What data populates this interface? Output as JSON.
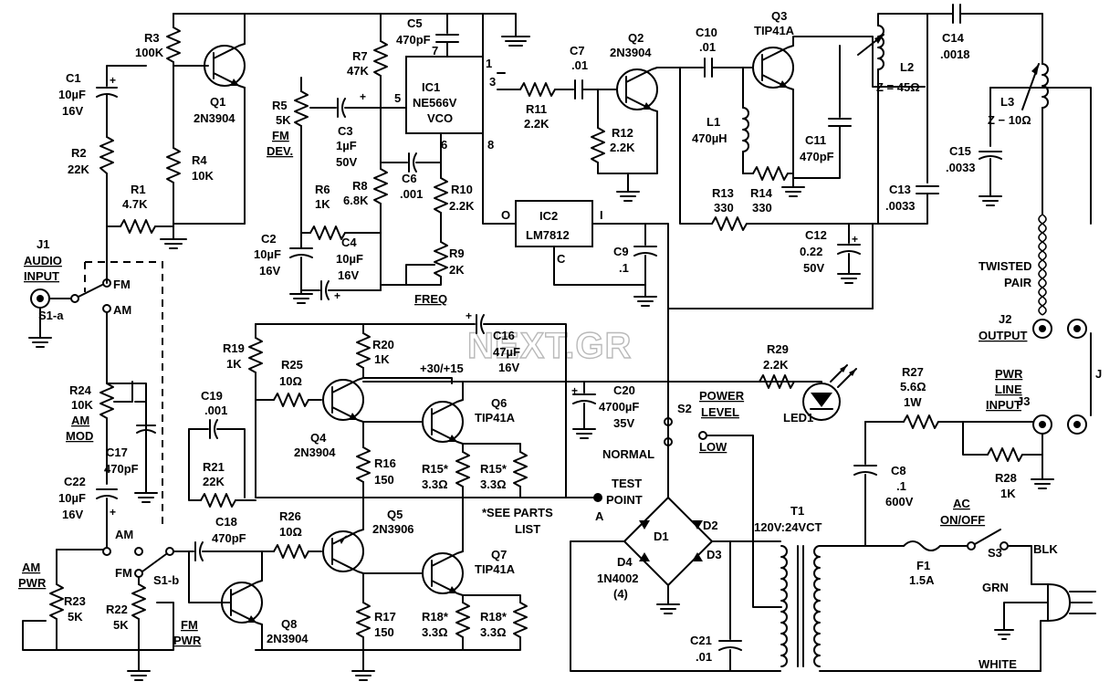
{
  "watermark": "NEXT.GR",
  "ics": {
    "ic1": {
      "ref": "IC1",
      "part": "NE566V",
      "func": "VCO",
      "pins": [
        "7",
        "1",
        "5",
        "3",
        "6",
        "8"
      ]
    },
    "ic2": {
      "ref": "IC2",
      "part": "LM7812",
      "pins": [
        "O",
        "I",
        "C"
      ]
    }
  },
  "transistors": [
    {
      "ref": "Q1",
      "part": "2N3904"
    },
    {
      "ref": "Q2",
      "part": "2N3904"
    },
    {
      "ref": "Q3",
      "part": "TIP41A"
    },
    {
      "ref": "Q4",
      "part": "2N3904"
    },
    {
      "ref": "Q5",
      "part": "2N3906"
    },
    {
      "ref": "Q6",
      "part": "TIP41A"
    },
    {
      "ref": "Q7",
      "part": "TIP41A"
    },
    {
      "ref": "Q8",
      "part": "2N3904"
    }
  ],
  "resistors": [
    {
      "ref": "R1",
      "value": "4.7K"
    },
    {
      "ref": "R2",
      "value": "22K"
    },
    {
      "ref": "R3",
      "value": "100K"
    },
    {
      "ref": "R4",
      "value": "10K"
    },
    {
      "ref": "R5",
      "value": "5K",
      "note1": "FM",
      "note2": "DEV."
    },
    {
      "ref": "R6",
      "value": "1K"
    },
    {
      "ref": "R7",
      "value": "47K"
    },
    {
      "ref": "R8",
      "value": "6.8K"
    },
    {
      "ref": "R9",
      "value": "2K",
      "note1": "FREQ"
    },
    {
      "ref": "R10",
      "value": "2.2K"
    },
    {
      "ref": "R11",
      "value": "2.2K"
    },
    {
      "ref": "R12",
      "value": "2.2K"
    },
    {
      "ref": "R13",
      "value": "330"
    },
    {
      "ref": "R14",
      "value": "330"
    },
    {
      "ref": "R15*",
      "value": "3.3Ω"
    },
    {
      "ref": "R15*",
      "value": "3.3Ω"
    },
    {
      "ref": "R16",
      "value": "150"
    },
    {
      "ref": "R17",
      "value": "150"
    },
    {
      "ref": "R18*",
      "value": "3.3Ω"
    },
    {
      "ref": "R18*",
      "value": "3.3Ω"
    },
    {
      "ref": "R19",
      "value": "1K"
    },
    {
      "ref": "R20",
      "value": "1K"
    },
    {
      "ref": "R21",
      "value": "22K"
    },
    {
      "ref": "R22",
      "value": "5K",
      "note1": "FM",
      "note2": "PWR"
    },
    {
      "ref": "R23",
      "value": "5K",
      "note1": "AM",
      "note2": "PWR"
    },
    {
      "ref": "R24",
      "value": "10K",
      "note1": "AM",
      "note2": "MOD"
    },
    {
      "ref": "R25",
      "value": "10Ω"
    },
    {
      "ref": "R26",
      "value": "10Ω"
    },
    {
      "ref": "R27",
      "value": "5.6Ω",
      "value2": "1W"
    },
    {
      "ref": "R28",
      "value": "1K"
    },
    {
      "ref": "R29",
      "value": "2.2K"
    }
  ],
  "capacitors": [
    {
      "ref": "C1",
      "value": "10µF",
      "value2": "16V"
    },
    {
      "ref": "C2",
      "value": "10µF",
      "value2": "16V"
    },
    {
      "ref": "C3",
      "value": "1µF",
      "value2": "50V"
    },
    {
      "ref": "C4",
      "value": "10µF",
      "value2": "16V"
    },
    {
      "ref": "C5",
      "value": "470pF"
    },
    {
      "ref": "C6",
      "value": ".001"
    },
    {
      "ref": "C7",
      "value": ".01"
    },
    {
      "ref": "C8",
      "value": ".1",
      "value2": "600V"
    },
    {
      "ref": "C9",
      "value": ".1"
    },
    {
      "ref": "C10",
      "value": ".01"
    },
    {
      "ref": "C11",
      "value": "470pF"
    },
    {
      "ref": "C12",
      "value": "0.22",
      "value2": "50V"
    },
    {
      "ref": "C13",
      "value": ".0033"
    },
    {
      "ref": "C14",
      "value": ".0018"
    },
    {
      "ref": "C15",
      "value": ".0033"
    },
    {
      "ref": "C16",
      "value": "47µF",
      "value2": "16V"
    },
    {
      "ref": "C17",
      "value": "470pF"
    },
    {
      "ref": "C18",
      "value": "470pF"
    },
    {
      "ref": "C19",
      "value": ".001"
    },
    {
      "ref": "C20",
      "value": "4700µF",
      "value2": "35V"
    },
    {
      "ref": "C21",
      "value": ".01"
    },
    {
      "ref": "C22",
      "value": "10µF",
      "value2": "16V"
    }
  ],
  "inductors": [
    {
      "ref": "L1",
      "value": "470µH"
    },
    {
      "ref": "L2",
      "value": "Z = 45Ω"
    },
    {
      "ref": "L3",
      "value": "Z − 10Ω"
    }
  ],
  "diodes": {
    "refs": [
      "D1",
      "D2",
      "D3",
      "D4"
    ],
    "part": "1N4002",
    "qty": "(4)"
  },
  "transformer": {
    "ref": "T1",
    "rating": "120V:24VCT"
  },
  "fuse": {
    "ref": "F1",
    "value": "1.5A"
  },
  "switches": {
    "s1a": "S1-a",
    "s1b": "S1-b",
    "fm": "FM",
    "am": "AM",
    "s2": "S2",
    "power_level_1": "POWER",
    "power_level_2": "LEVEL",
    "normal": "NORMAL",
    "low": "LOW",
    "s3": "S3",
    "ac_1": "AC",
    "ac_2": "ON/OFF"
  },
  "led": {
    "ref": "LED1"
  },
  "connectors": {
    "j1": "J1",
    "j1_l1": "AUDIO",
    "j1_l2": "INPUT",
    "j2": "J2",
    "j2_l1": "OUTPUT",
    "j3": "J3",
    "j3_l1": "PWR",
    "j3_l2": "LINE",
    "j3_l3": "INPUT",
    "j": "J",
    "twisted_1": "TWISTED",
    "twisted_2": "PAIR"
  },
  "labels": {
    "supply": "+30/+15",
    "test_1": "TEST",
    "test_2": "POINT",
    "test_a": "A",
    "see_1": "*SEE PARTS",
    "see_2": "LIST",
    "plus": "+",
    "blk": "BLK",
    "grn": "GRN",
    "white": "WHITE"
  }
}
